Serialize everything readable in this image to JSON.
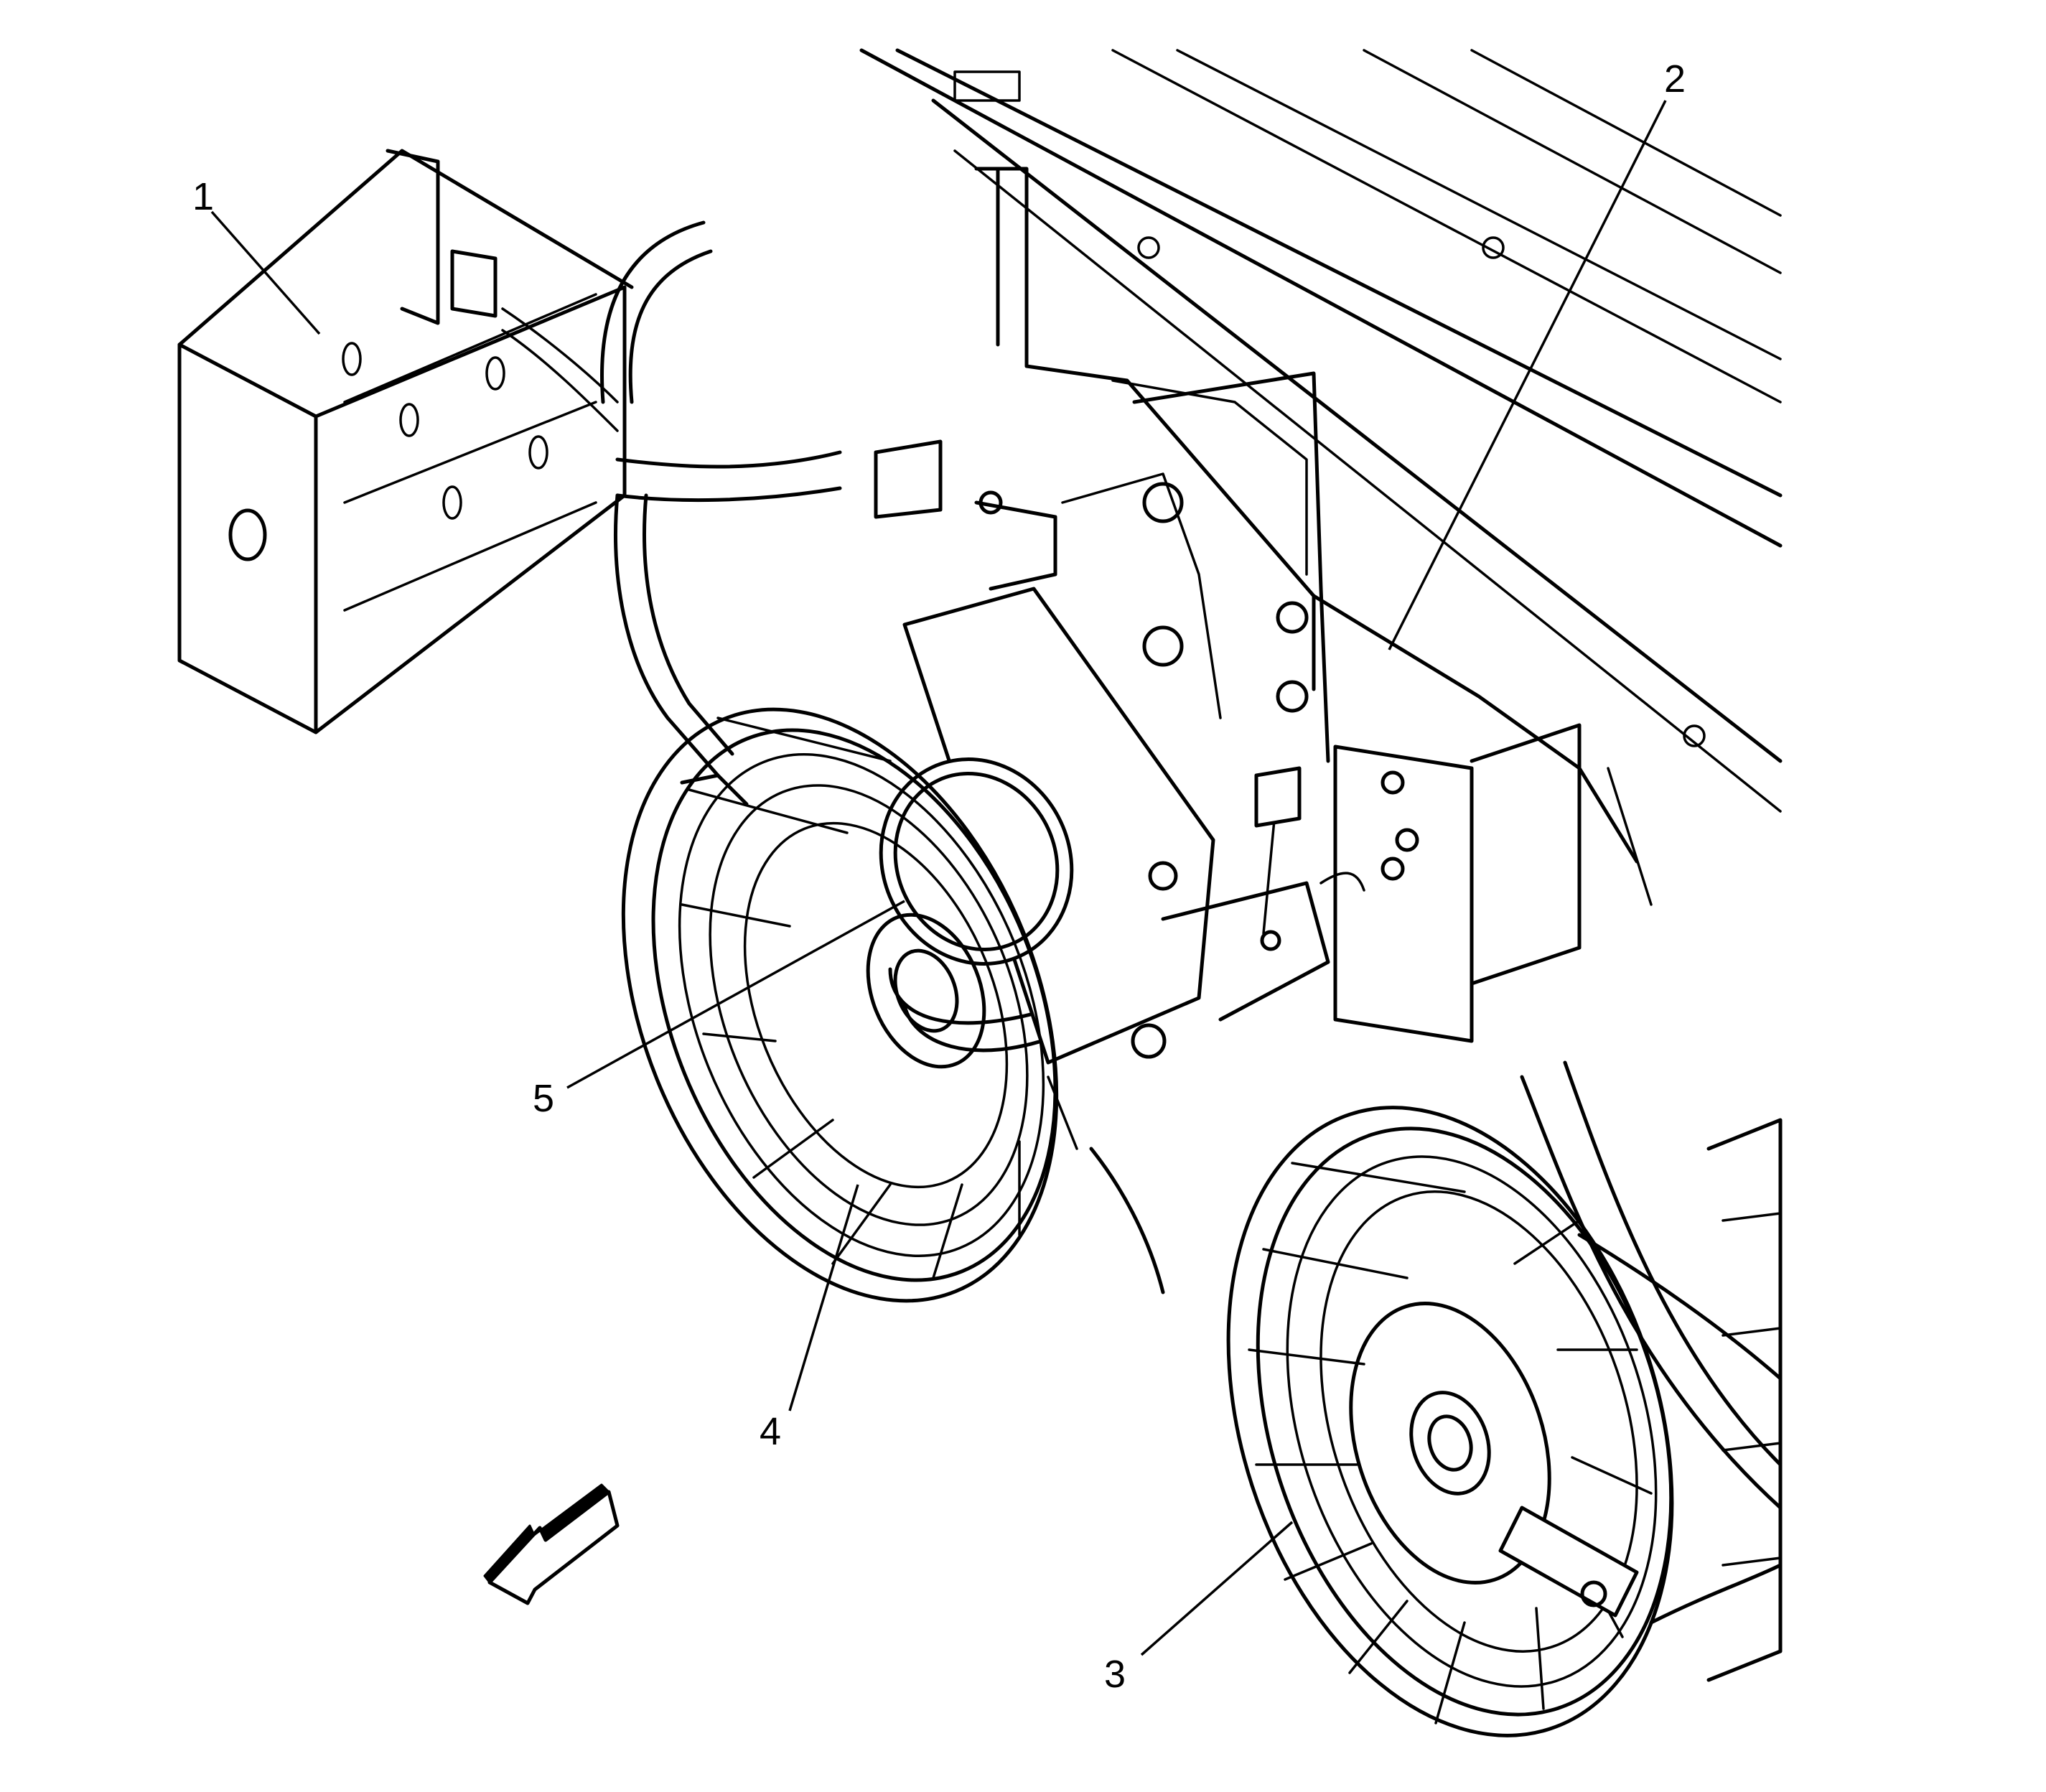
{
  "callouts": [
    {
      "id": "1",
      "label": "1"
    },
    {
      "id": "2",
      "label": "2"
    },
    {
      "id": "3",
      "label": "3"
    },
    {
      "id": "4",
      "label": "4"
    },
    {
      "id": "5",
      "label": "5"
    }
  ],
  "icons": {
    "direction_arrow": "front-direction-arrow-icon"
  }
}
